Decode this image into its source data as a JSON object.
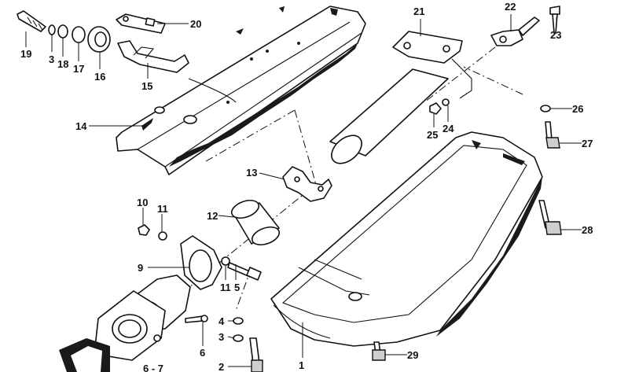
{
  "callouts": {
    "c1": "1",
    "c2": "2",
    "c3a": "3",
    "c3b": "3",
    "c4": "4",
    "c5": "5",
    "c6": "6",
    "c6_7": "6 - 7",
    "c9": "9",
    "c10": "10",
    "c11a": "11",
    "c11b": "11",
    "c12": "12",
    "c13": "13",
    "c14": "14",
    "c15": "15",
    "c16": "16",
    "c17": "17",
    "c18": "18",
    "c19": "19",
    "c20": "20",
    "c21": "21",
    "c22": "22",
    "c23": "23",
    "c24": "24",
    "c25": "25",
    "c26": "26",
    "c27": "27",
    "c28": "28",
    "c29": "29"
  }
}
